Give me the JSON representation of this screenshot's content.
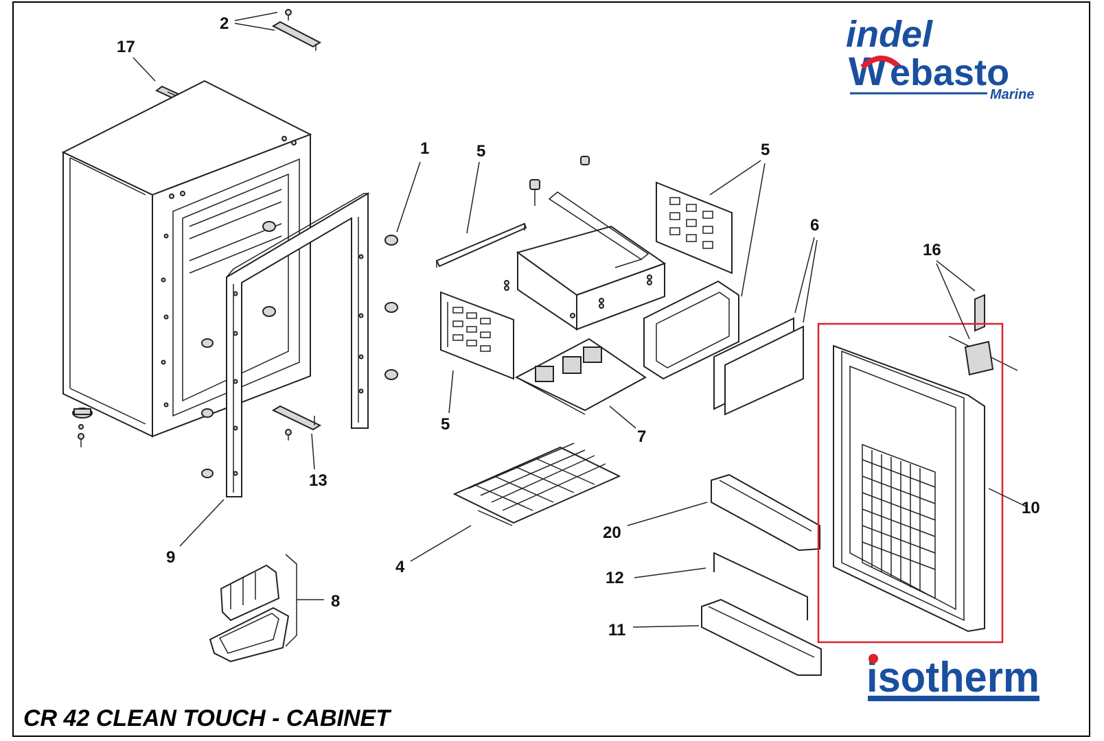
{
  "title": "CR 42 CLEAN TOUCH - CABINET",
  "brand": {
    "indel_word": "indel",
    "webasto_initial": "W",
    "webasto_rest": "ebasto",
    "marine_word": "Marine",
    "isotherm_word": "isotherm",
    "primary_color": "#1a4fa0",
    "accent_color": "#e0202a"
  },
  "highlight_color": "#d9232d",
  "callouts": {
    "c1": "1",
    "c2": "2",
    "c4": "4",
    "c5a": "5",
    "c5b": "5",
    "c5c": "5",
    "c6": "6",
    "c7": "7",
    "c8": "8",
    "c9": "9",
    "c10": "10",
    "c11": "11",
    "c12": "12",
    "c13": "13",
    "c16": "16",
    "c17": "17",
    "c20": "20"
  }
}
